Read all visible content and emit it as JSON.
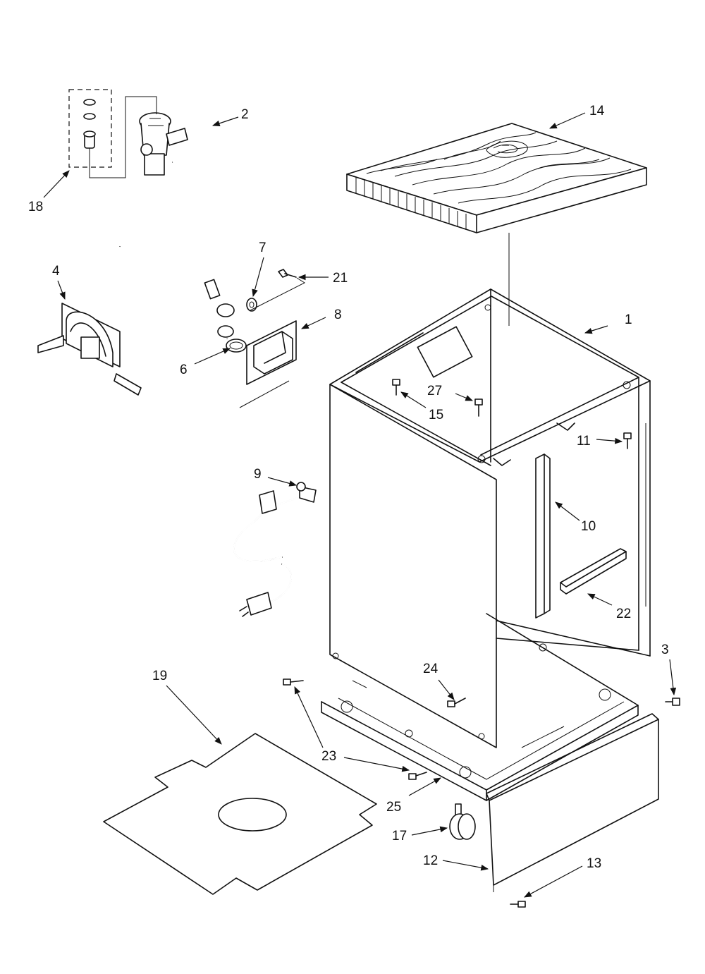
{
  "colors": {
    "line": "#111111",
    "background": "#ffffff"
  },
  "callouts": [
    {
      "id": "c1",
      "label": "1"
    },
    {
      "id": "c2",
      "label": "2"
    },
    {
      "id": "c3",
      "label": "3"
    },
    {
      "id": "c4",
      "label": "4"
    },
    {
      "id": "c6",
      "label": "6"
    },
    {
      "id": "c7",
      "label": "7"
    },
    {
      "id": "c8",
      "label": "8"
    },
    {
      "id": "c9",
      "label": "9"
    },
    {
      "id": "c10",
      "label": "10"
    },
    {
      "id": "c11",
      "label": "11"
    },
    {
      "id": "c12",
      "label": "12"
    },
    {
      "id": "c13",
      "label": "13"
    },
    {
      "id": "c14",
      "label": "14"
    },
    {
      "id": "c15",
      "label": "15"
    },
    {
      "id": "c17",
      "label": "17"
    },
    {
      "id": "c18",
      "label": "18"
    },
    {
      "id": "c19",
      "label": "19"
    },
    {
      "id": "c21",
      "label": "21"
    },
    {
      "id": "c22",
      "label": "22"
    },
    {
      "id": "c23",
      "label": "23"
    },
    {
      "id": "c24",
      "label": "24"
    },
    {
      "id": "c25",
      "label": "25"
    },
    {
      "id": "c27",
      "label": "27"
    }
  ]
}
